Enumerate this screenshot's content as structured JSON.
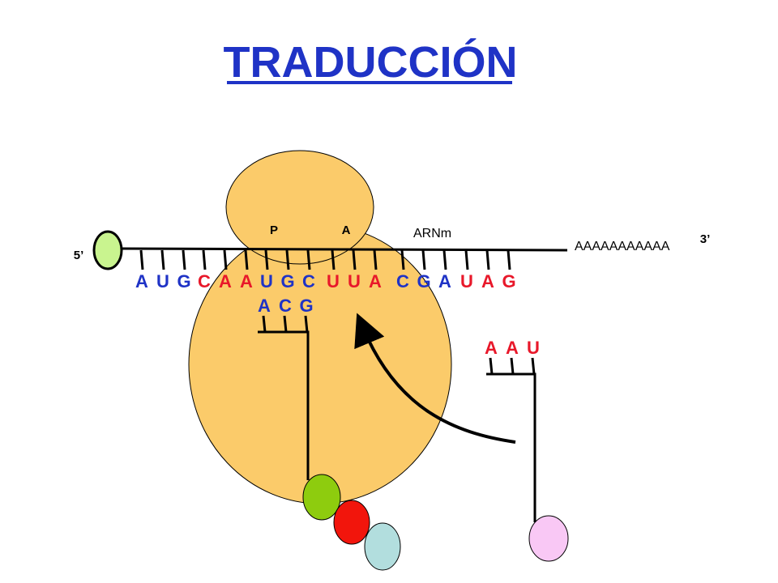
{
  "title": "TRADUCCIÓN",
  "labels": {
    "five_prime": "5’",
    "three_prime": "3’",
    "site_p": "P",
    "site_a": "A",
    "mrna": "ARNm",
    "poly_a": "AAAAAAAAAAA"
  },
  "colors": {
    "ribosome": "#fbcb6a",
    "blue": "#1f33c6",
    "red": "#e8182a",
    "cap": "#c9f48f",
    "aa1": "#8ecc0e",
    "aa2": "#f2150c",
    "aa3": "#b2dede",
    "aa_incoming": "#f9c8f5"
  },
  "mrna_bases": [
    {
      "b": "A",
      "c": "blue"
    },
    {
      "b": "U",
      "c": "blue"
    },
    {
      "b": "G",
      "c": "blue"
    },
    {
      "b": "C",
      "c": "red"
    },
    {
      "b": "A",
      "c": "red"
    },
    {
      "b": "A",
      "c": "red"
    },
    {
      "b": "U",
      "c": "blue"
    },
    {
      "b": "G",
      "c": "blue"
    },
    {
      "b": "C",
      "c": "blue"
    },
    {
      "b": "U",
      "c": "red"
    },
    {
      "b": "U",
      "c": "red"
    },
    {
      "b": "A",
      "c": "red"
    },
    {
      "b": "C",
      "c": "blue"
    },
    {
      "b": "G",
      "c": "blue"
    },
    {
      "b": "A",
      "c": "blue"
    },
    {
      "b": "U",
      "c": "red"
    },
    {
      "b": "A",
      "c": "red"
    },
    {
      "b": "G",
      "c": "red"
    }
  ],
  "trna_bound_anticodon": [
    {
      "b": "A",
      "c": "blue"
    },
    {
      "b": "C",
      "c": "blue"
    },
    {
      "b": "G",
      "c": "blue"
    }
  ],
  "trna_incoming_anticodon": [
    {
      "b": "A",
      "c": "red"
    },
    {
      "b": "A",
      "c": "red"
    },
    {
      "b": "U",
      "c": "red"
    }
  ]
}
